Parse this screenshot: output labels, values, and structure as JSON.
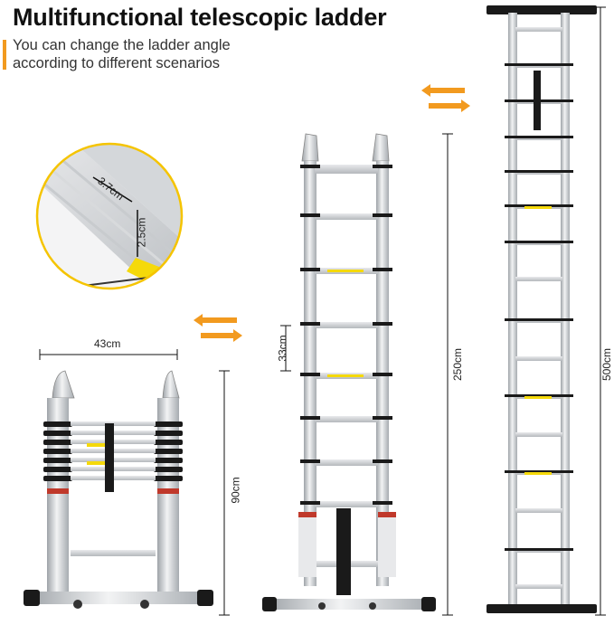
{
  "header": {
    "title": "Multifunctional telescopic ladder",
    "subtitle_line1": "You can change the ladder angle",
    "subtitle_line2": "according to different scenarios"
  },
  "detail_inset": {
    "width_label": "3.7cm",
    "height_label": "2.5cm"
  },
  "dimensions": {
    "folded_width": "43cm",
    "folded_height": "90cm",
    "step_spacing": "33cm",
    "a_frame_height": "250cm",
    "straight_height": "500cm"
  },
  "colors": {
    "accent": "#f29a1f",
    "arrow_orange": "#f29a1f",
    "aluminium": "#c9ccd0",
    "black_parts": "#1a1a1a",
    "yellow_label": "#f5d90a"
  },
  "icons": [
    "arrow-left-icon",
    "arrow-right-icon"
  ]
}
